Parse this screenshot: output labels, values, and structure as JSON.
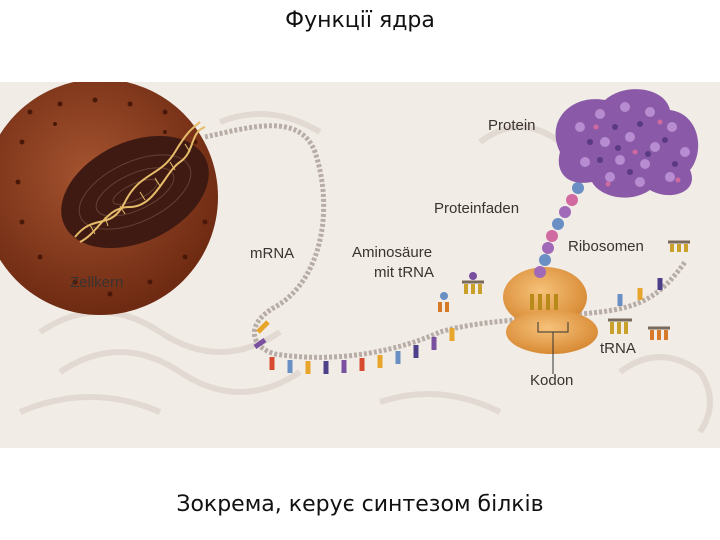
{
  "slide": {
    "title": "Функції ядра",
    "caption": "Зокрема, керує синтезом білків"
  },
  "diagram": {
    "labels": {
      "nucleus": "Zellkern",
      "mrna": "m​RNA",
      "amino_acid_line1": "Aminosäure",
      "amino_acid_line2": "mit tRNA",
      "protein": "Protein",
      "protein_chain": "Proteinfaden",
      "ribosome": "Ribosomen",
      "trna": "tRNA",
      "codon": "Kodon"
    },
    "colors": {
      "background": "#f1ece6",
      "nucleus": "#8b3a1e",
      "ribosome": "#e8a04a",
      "protein": "#8a5aa8",
      "strand": "#b8ada6"
    }
  }
}
